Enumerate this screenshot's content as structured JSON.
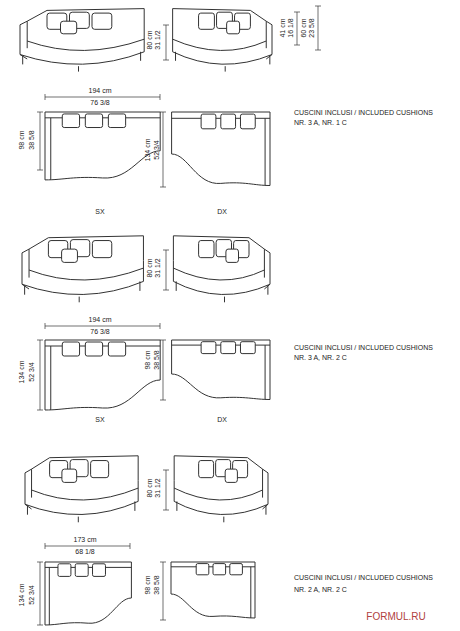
{
  "diagram": {
    "labels": [
      "80 cm",
      "31 1/2",
      "41 cm",
      "16 1/8",
      "60 cm",
      "23 5/8",
      "194 cm",
      "76 3/8",
      "98 cm",
      "38 5/8",
      "134 cm",
      "52 3/4",
      "SX",
      "DX",
      "CUSCINI INCLUSI / INCLUDED CUSHIONS",
      "NR. 3 A, NR. 1 C",
      "80 cm",
      "31 1/2",
      "194 cm",
      "76 3/8",
      "134 cm",
      "52 3/4",
      "98 cm",
      "38 5/8",
      "SX",
      "DX",
      "CUSCINI INCLUSI / INCLUDED CUSHIONS",
      "NR. 3 A, NR. 2 C",
      "80 cm",
      "31 1/2",
      "173 cm",
      "68 1/8",
      "134 cm",
      "52 3/4",
      "98 cm",
      "38 5/8",
      "CUSCINI INCLUSI / INCLUDED CUSHIONS",
      "NR. 2 A, NR. 2 C",
      "FORMUL.RU"
    ]
  }
}
